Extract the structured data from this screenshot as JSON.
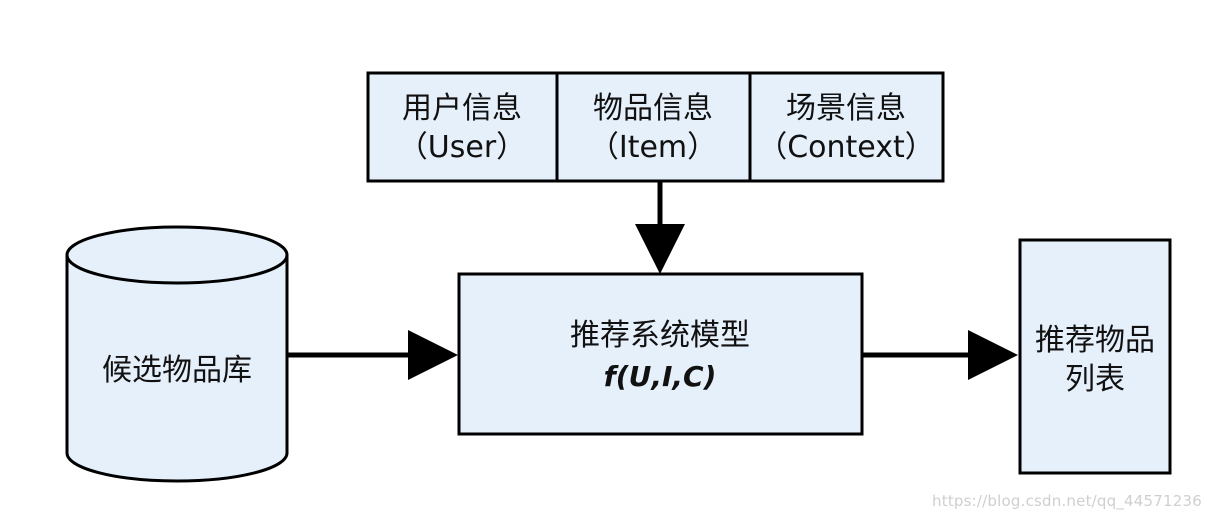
{
  "input_boxes": [
    {
      "label": "用户信息",
      "sublabel": "（User）"
    },
    {
      "label": "物品信息",
      "sublabel": "（Item）"
    },
    {
      "label": "场景信息",
      "sublabel": "（Context）"
    }
  ],
  "candidate_pool": {
    "label": "候选物品库"
  },
  "model": {
    "label": "推荐系统模型",
    "formula": "f(U,I,C)"
  },
  "output": {
    "line1": "推荐物品",
    "line2": "列表"
  },
  "watermark": "https://blog.csdn.net/qq_44571236",
  "colors": {
    "box_fill": "#e6f0fb",
    "stroke": "#000000",
    "text": "#111111",
    "watermark": "#cfcfcf"
  }
}
